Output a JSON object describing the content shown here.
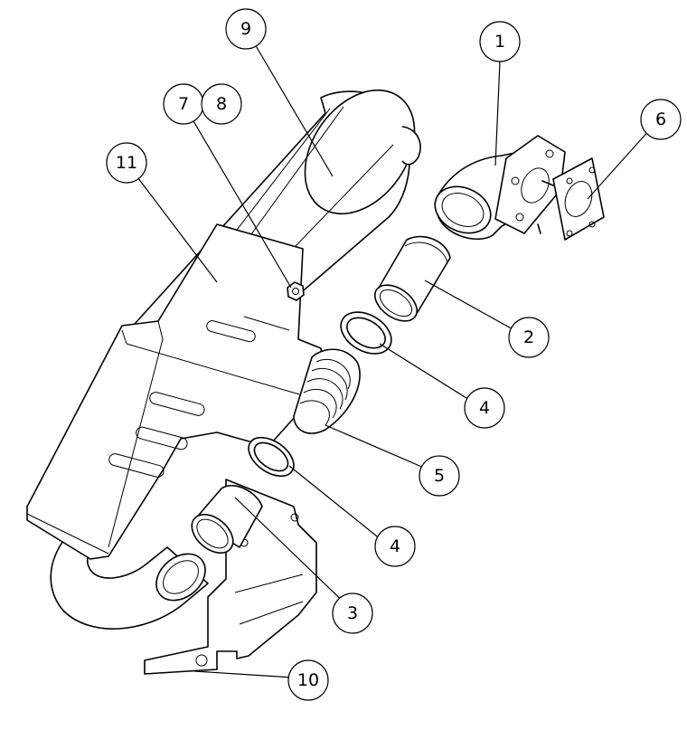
{
  "balloons": [
    {
      "id": "1",
      "label": "1"
    },
    {
      "id": "2",
      "label": "2"
    },
    {
      "id": "3",
      "label": "3"
    },
    {
      "id": "4a",
      "label": "4"
    },
    {
      "id": "4b",
      "label": "4"
    },
    {
      "id": "5",
      "label": "5"
    },
    {
      "id": "6",
      "label": "6"
    },
    {
      "id": "7",
      "label": "7"
    },
    {
      "id": "8",
      "label": "8"
    },
    {
      "id": "9",
      "label": "9"
    },
    {
      "id": "10",
      "label": "10"
    },
    {
      "id": "11",
      "label": "11"
    }
  ]
}
